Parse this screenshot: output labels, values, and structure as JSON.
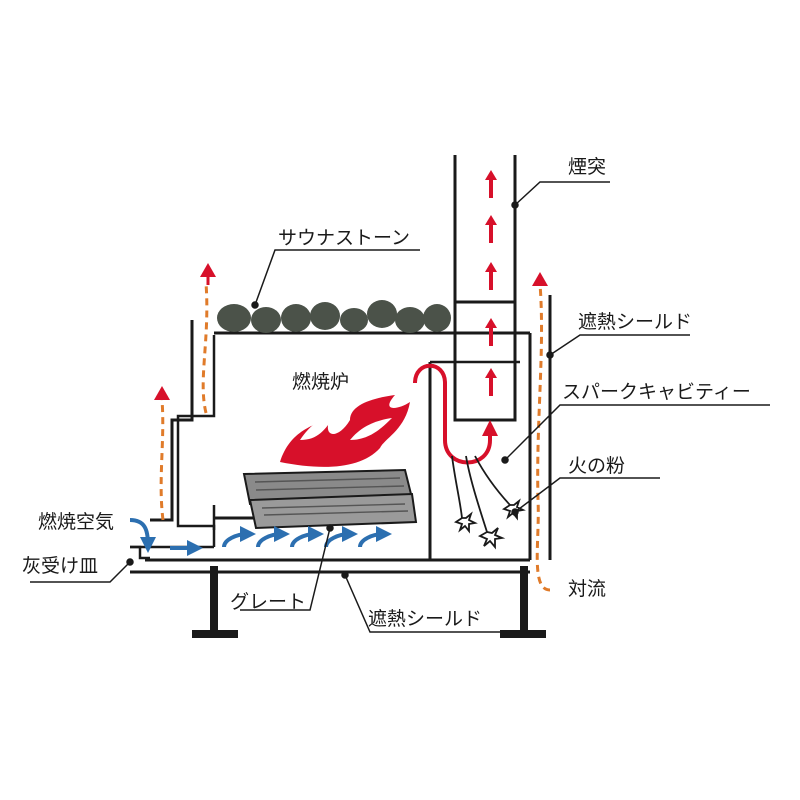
{
  "labels": {
    "chimney": "煙突",
    "sauna_stones": "サウナストーン",
    "heat_shield_top": "遮熱シールド",
    "combustion_chamber": "燃焼炉",
    "spark_cavity": "スパークキャビティー",
    "embers": "火の粉",
    "combustion_air": "燃焼空気",
    "ash_pan": "灰受け皿",
    "grate": "グレート",
    "heat_shield_bottom": "遮熱シールド",
    "convection": "対流"
  },
  "colors": {
    "line": "#1a1a1a",
    "flame": "#d7102a",
    "air_flow": "#2c6fb0",
    "convection_dash": "#e07b2a",
    "stone": "#4b5249",
    "wood": "#8a8a8a"
  }
}
